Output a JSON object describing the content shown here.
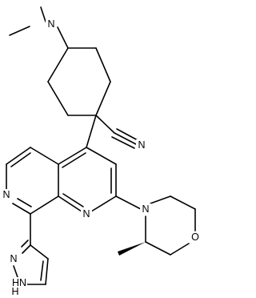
{
  "molecule": {
    "atom_labels": {
      "amine_n": "N",
      "nitrile_n": "N",
      "pyridine_n": "N",
      "naphthyridine_n": "N",
      "morpholine_n": "N",
      "morpholine_o": "O",
      "pyrazole_n": "N",
      "pyrazole_nh": "HN",
      "pyrazole_h": "H"
    }
  }
}
